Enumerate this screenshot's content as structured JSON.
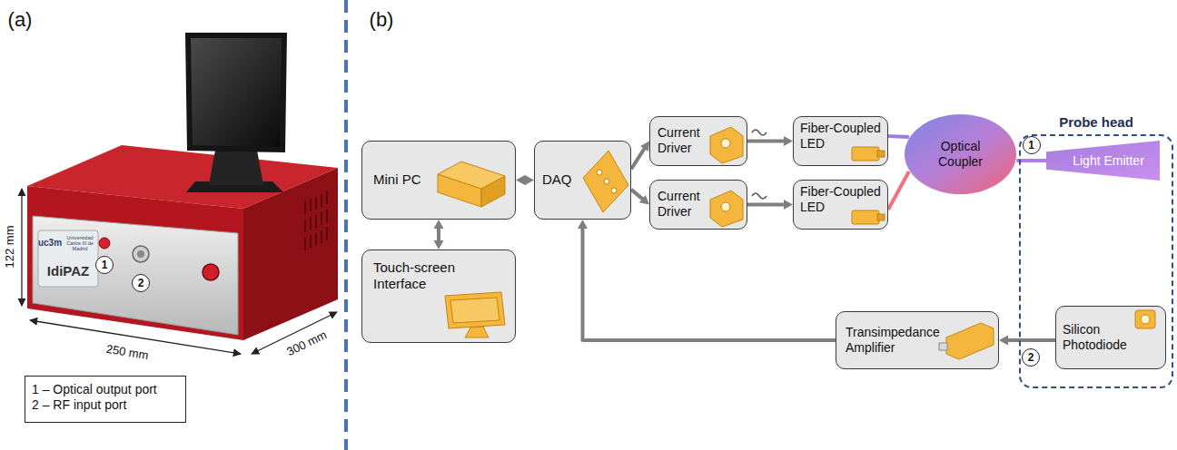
{
  "diagram": {
    "nodes": [
      {
        "text": [
          "1 – Optical output port",
          "2 – RF input port"
        ]
      },
      {
        "text": [
          "Mini PC"
        ]
      },
      {
        "text": [
          "Touch-screen Interface"
        ]
      },
      {
        "text": [
          "DAQ"
        ]
      },
      {
        "text": [
          "Current Driver"
        ]
      },
      {
        "text": [
          "Current Driver"
        ]
      },
      {
        "text": [
          "Fiber-Coupled LED"
        ]
      },
      {
        "text": [
          "Fiber-Coupled LED"
        ]
      },
      {
        "text": [
          "Optical Coupler"
        ]
      },
      {
        "text": [
          "Probe head"
        ]
      },
      {
        "text": [
          "Light Emitter"
        ],
        "in": 9
      },
      {
        "text": [
          "Transimpedance Amplifier"
        ]
      },
      {
        "text": [
          "Silicon Photodiode"
        ],
        "in": 9
      }
    ],
    "edges": [
      {
        "from": 1,
        "to": 3,
        "arrow": "both"
      },
      {
        "from": 1,
        "to": 2,
        "arrow": "both"
      },
      {
        "from": 3,
        "to": 4,
        "arrow": "to"
      },
      {
        "from": 3,
        "to": 5,
        "arrow": "to"
      },
      {
        "from": 4,
        "to": 6,
        "arrow": "to"
      },
      {
        "from": 5,
        "to": 7,
        "arrow": "to"
      },
      {
        "from": 6,
        "to": 8,
        "arrow": "none"
      },
      {
        "from": 7,
        "to": 8,
        "arrow": "none"
      },
      {
        "from": 8,
        "to": 10,
        "arrow": "none",
        "label": "1"
      },
      {
        "from": 12,
        "to": 11,
        "arrow": "to",
        "label": "2"
      },
      {
        "from": 11,
        "to": 3,
        "arrow": "to"
      }
    ],
    "labels": [
      "(a)",
      "(b)",
      "122 mm",
      "250 mm",
      "300 mm",
      "uc3m",
      "Universidad Carlos III de Madrid",
      "IdiPAZ",
      "1",
      "2"
    ]
  }
}
